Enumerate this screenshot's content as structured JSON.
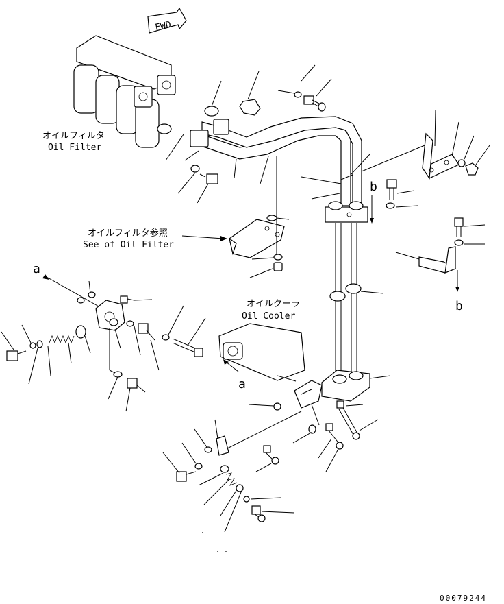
{
  "labels": {
    "fwd": "FWD",
    "oil_filter_jp": "オイルフィルタ",
    "oil_filter_en": "Oil Filter",
    "see_oil_filter_jp": "オイルフィルタ参照",
    "see_oil_filter_en": "See of Oil Filter",
    "oil_cooler_jp": "オイルクーラ",
    "oil_cooler_en": "Oil Cooler",
    "ref_a": "a",
    "ref_b": "b",
    "drawing_number": "00079244"
  }
}
